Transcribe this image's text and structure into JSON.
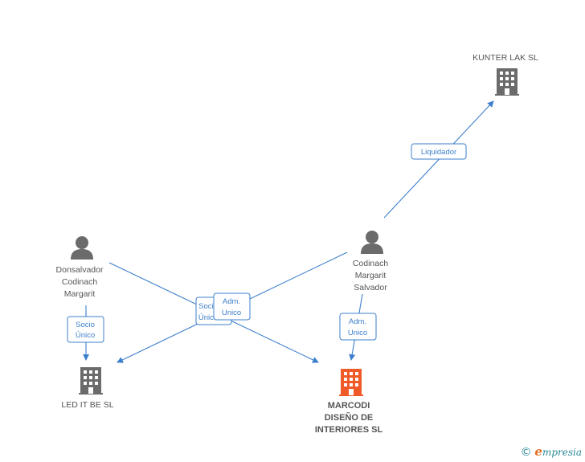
{
  "nodes": {
    "kunter": {
      "label": [
        "KUNTER LAK SL"
      ],
      "type": "company",
      "color": "#6b6b6b"
    },
    "codinach": {
      "label": [
        "Codinach",
        "Margarit",
        "Salvador"
      ],
      "type": "person",
      "color": "#6b6b6b"
    },
    "donsalvador": {
      "label": [
        "Donsalvador",
        "Codinach",
        "Margarit"
      ],
      "type": "person",
      "color": "#6b6b6b"
    },
    "ledit": {
      "label": [
        "LED IT BE SL"
      ],
      "type": "company",
      "color": "#6b6b6b"
    },
    "marcodi": {
      "label": [
        "MARCODI",
        "DISEÑO DE",
        "INTERIORES SL"
      ],
      "type": "company",
      "color": "#f05a28",
      "main": true
    }
  },
  "edges": {
    "liquidador": {
      "label": [
        "Liquidador"
      ]
    },
    "socio_unico_1": {
      "label": [
        "Socio",
        "Único"
      ]
    },
    "socio_unico_2": {
      "label": [
        "Socio",
        "Único"
      ]
    },
    "adm_unico_1": {
      "label": [
        "Adm.",
        "Unico"
      ]
    },
    "adm_unico_2": {
      "label": [
        "Adm.",
        "Unico"
      ]
    }
  },
  "colors": {
    "edge": "#3d7fcc",
    "node": "#6b6b6b",
    "main": "#f05a28",
    "brand": "#2a8a96"
  },
  "brand": {
    "copyright": "©",
    "initial": "e",
    "name": "mpresia"
  }
}
